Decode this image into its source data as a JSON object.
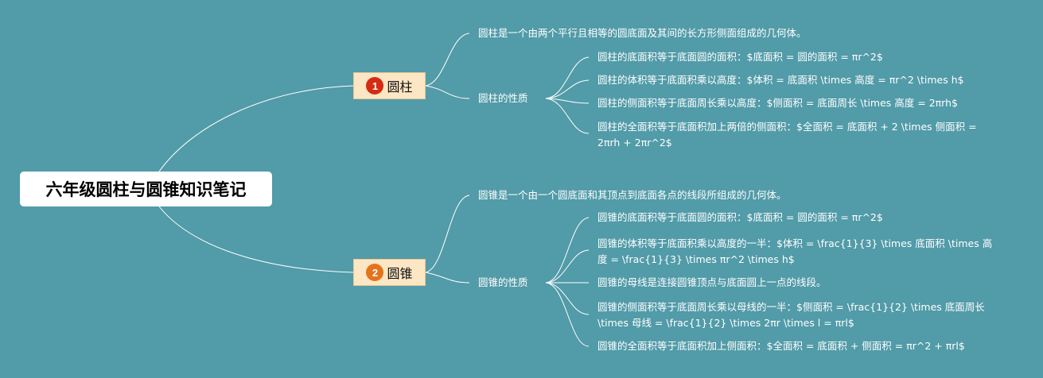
{
  "root": {
    "title": "六年级圆柱与圆锥知识笔记"
  },
  "colors": {
    "background": "#529ba8",
    "branch_fill": "#fde6c3",
    "badge_1": "#d52b12",
    "badge_2": "#e5731c",
    "line": "#ffffff"
  },
  "branches": [
    {
      "badge": "1",
      "label": "圆柱",
      "definition": "圆柱是一个由两个平行且相等的圆底面及其间的长方形侧面组成的几何体。",
      "properties_label": "圆柱的性质",
      "properties": [
        "圆柱的底面积等于底面圆的面积：$底面积 = 圆的面积 = πr^2$",
        "圆柱的体积等于底面积乘以高度：$体积 = 底面积 \\times 高度 = πr^2 \\times h$",
        "圆柱的侧面积等于底面周长乘以高度：$侧面积 = 底面周长 \\times 高度 = 2πrh$",
        "圆柱的全面积等于底面积加上两倍的侧面积：$全面积 = 底面积 + 2 \\times 侧面积 = 2πrh + 2πr^2$"
      ]
    },
    {
      "badge": "2",
      "label": "圆锥",
      "definition": "圆锥是一个由一个圆底面和其顶点到底面各点的线段所组成的几何体。",
      "properties_label": "圆锥的性质",
      "properties": [
        "圆锥的底面积等于底面圆的面积：$底面积 = 圆的面积 = πr^2$",
        "圆锥的体积等于底面积乘以高度的一半：$体积 = \\frac{1}{3} \\times 底面积 \\times 高度 = \\frac{1}{3} \\times πr^2 \\times h$",
        "圆锥的母线是连接圆锥顶点与底面圆上一点的线段。",
        "圆锥的侧面积等于底面周长乘以母线的一半：$侧面积 = \\frac{1}{2} \\times 底面周长 \\times 母线 = \\frac{1}{2} \\times 2πr \\times l = πrl$",
        "圆锥的全面积等于底面积加上侧面积：$全面积 = 底面积 + 侧面积 = πr^2 + πrl$"
      ]
    }
  ]
}
